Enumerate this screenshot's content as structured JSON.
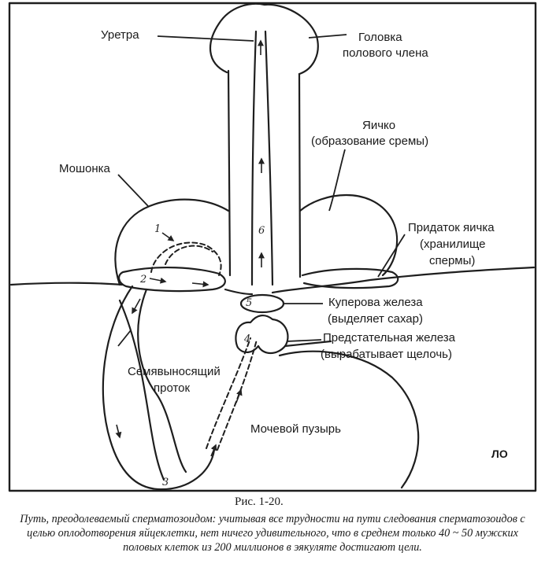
{
  "labels": {
    "urethra": "Уретра",
    "glans_line1": "Головка",
    "glans_line2": "полового члена",
    "testis_line1": "Яичко",
    "testis_line2": "(образование сремы)",
    "scrotum": "Мошонка",
    "epididymis_line1": "Придаток яичка",
    "epididymis_line2": "(хранилище",
    "epididymis_line3": "спермы)",
    "cowper_line1": "Куперова железа",
    "cowper_line2": "(выделяет сахар)",
    "prostate_line1": "Предстательная железа",
    "prostate_line2": "(вырабатывает щелочь)",
    "vas_line1": "Семявыносящий",
    "vas_line2": "проток",
    "bladder": "Мочевой пузырь"
  },
  "step_numbers": {
    "s1": "1",
    "s2": "2",
    "s3": "3",
    "s4": "4",
    "s5": "5",
    "s6": "6"
  },
  "signature": "ЛО",
  "figure_number": "Рис. 1-20.",
  "caption": "Путь, преодолеваемый сперматозоидом: учитывая все трудности на пути следования сперматозоидов с целью оплодотворения яйцеклетки, нет ничего удивительного, что в среднем только 40 ~  50 мужских половых клеток из 200 миллионов в эякуляте достигают цели."
}
